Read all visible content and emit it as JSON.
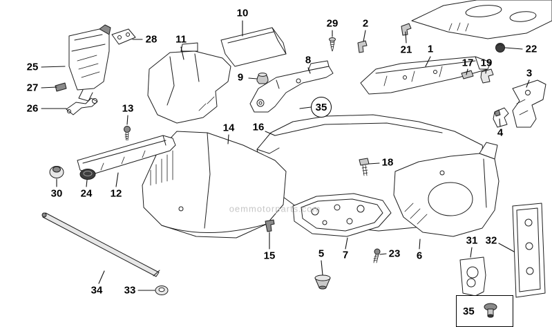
{
  "diagram": {
    "watermark": "oemmotorparts.com",
    "callouts": {
      "n1": {
        "label": "1"
      },
      "n2": {
        "label": "2"
      },
      "n3": {
        "label": "3"
      },
      "n4": {
        "label": "4"
      },
      "n5": {
        "label": "5"
      },
      "n6": {
        "label": "6"
      },
      "n7": {
        "label": "7"
      },
      "n8": {
        "label": "8"
      },
      "n9": {
        "label": "9"
      },
      "n10": {
        "label": "10"
      },
      "n11": {
        "label": "11"
      },
      "n12": {
        "label": "12"
      },
      "n13": {
        "label": "13"
      },
      "n14": {
        "label": "14"
      },
      "n15": {
        "label": "15"
      },
      "n16": {
        "label": "16"
      },
      "n17": {
        "label": "17"
      },
      "n18": {
        "label": "18"
      },
      "n19": {
        "label": "19"
      },
      "n21": {
        "label": "21"
      },
      "n22": {
        "label": "22"
      },
      "n23": {
        "label": "23"
      },
      "n24": {
        "label": "24"
      },
      "n25": {
        "label": "25"
      },
      "n26": {
        "label": "26"
      },
      "n27": {
        "label": "27"
      },
      "n28": {
        "label": "28"
      },
      "n29": {
        "label": "29"
      },
      "n30": {
        "label": "30"
      },
      "n31": {
        "label": "31"
      },
      "n32": {
        "label": "32"
      },
      "n33": {
        "label": "33"
      },
      "n34": {
        "label": "34"
      },
      "n35a": {
        "label": "35"
      },
      "n35b": {
        "label": "35"
      }
    }
  }
}
